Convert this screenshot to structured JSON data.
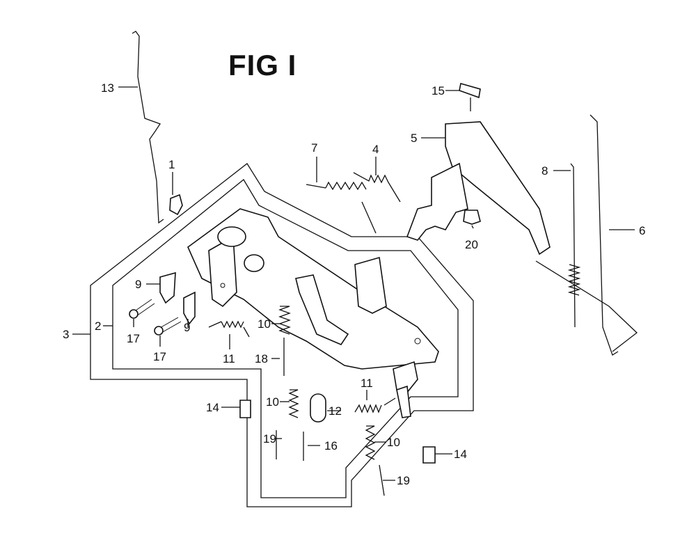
{
  "title": "FIG I",
  "callouts": [
    {
      "id": "c13",
      "label": "13"
    },
    {
      "id": "c1",
      "label": "1"
    },
    {
      "id": "c3",
      "label": "3"
    },
    {
      "id": "c2",
      "label": "2"
    },
    {
      "id": "c9a",
      "label": "9"
    },
    {
      "id": "c9b",
      "label": "9"
    },
    {
      "id": "c17a",
      "label": "17"
    },
    {
      "id": "c17b",
      "label": "17"
    },
    {
      "id": "c11a",
      "label": "11"
    },
    {
      "id": "c10a",
      "label": "10"
    },
    {
      "id": "c18",
      "label": "18"
    },
    {
      "id": "c7",
      "label": "7"
    },
    {
      "id": "c4",
      "label": "4"
    },
    {
      "id": "c15",
      "label": "15"
    },
    {
      "id": "c5",
      "label": "5"
    },
    {
      "id": "c20",
      "label": "20"
    },
    {
      "id": "c8",
      "label": "8"
    },
    {
      "id": "c6",
      "label": "6"
    },
    {
      "id": "c14a",
      "label": "14"
    },
    {
      "id": "c10b",
      "label": "10"
    },
    {
      "id": "c12",
      "label": "12"
    },
    {
      "id": "c11b",
      "label": "11"
    },
    {
      "id": "c19a",
      "label": "19"
    },
    {
      "id": "c16",
      "label": "16"
    },
    {
      "id": "c10c",
      "label": "10"
    },
    {
      "id": "c19b",
      "label": "19"
    },
    {
      "id": "c14b",
      "label": "14"
    }
  ]
}
